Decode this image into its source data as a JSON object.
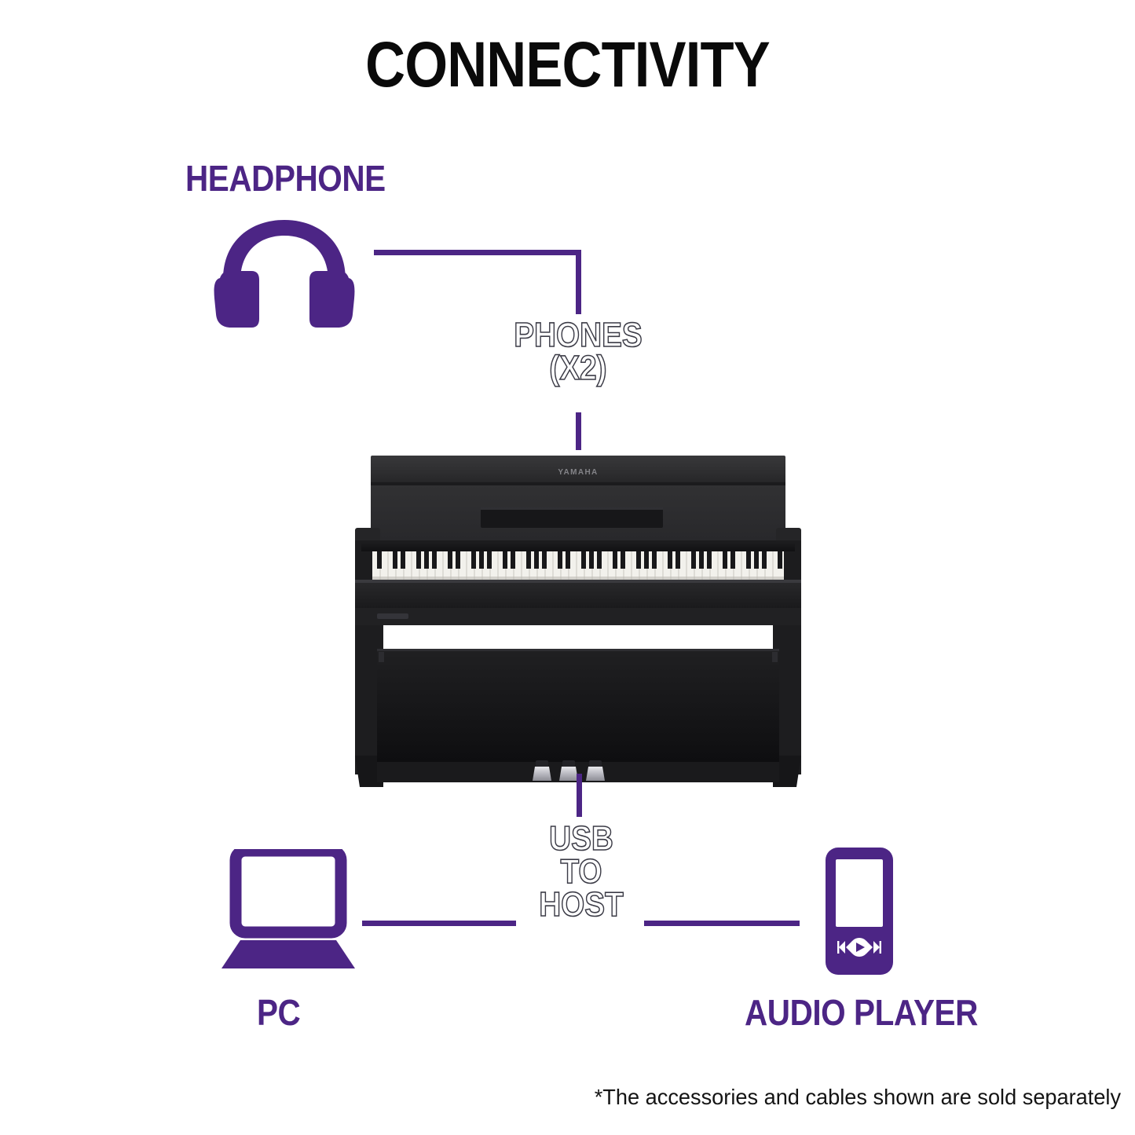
{
  "page": {
    "title": "CONNECTIVITY",
    "background_color": "#ffffff",
    "accent_color": "#4c2585",
    "outline_color": "#3b3b46"
  },
  "nodes": {
    "headphone": {
      "label": "HEADPHONE",
      "icon": "headphone-icon"
    },
    "pc": {
      "label": "PC",
      "icon": "laptop-icon"
    },
    "audio_player": {
      "label": "AUDIO PLAYER",
      "icon": "portable-media-player-icon"
    },
    "piano": {
      "brand": "YAMAHA",
      "icon": "digital-piano-photo"
    }
  },
  "connections": {
    "phones": {
      "label": "PHONES\n(X2)",
      "from": "headphone",
      "to": "piano"
    },
    "usb_to_host": {
      "label": "USB\nTO\nHOST",
      "from": "pc",
      "to": "audio_player",
      "via": "piano"
    }
  },
  "footnote": {
    "text": "*The accessories and cables shown are sold separately"
  }
}
